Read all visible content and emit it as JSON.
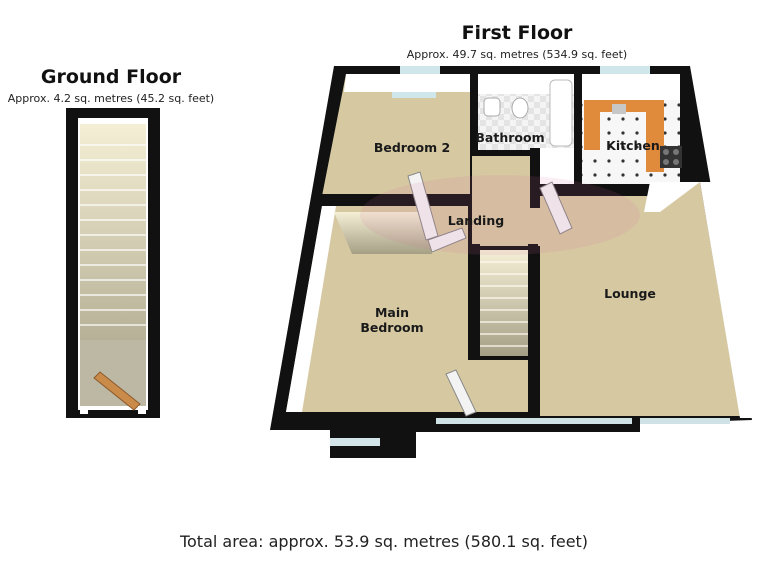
{
  "ground_floor": {
    "title": "Ground Floor",
    "area": "Approx. 4.2 sq. metres (45.2 sq. feet)"
  },
  "first_floor": {
    "title": "First Floor",
    "area": "Approx. 49.7 sq. metres (534.9 sq. feet)",
    "rooms": {
      "bedroom2": "Bedroom 2",
      "bathroom": "Bathroom",
      "kitchen": "Kitchen",
      "landing": "Landing",
      "main_bedroom_line1": "Main",
      "main_bedroom_line2": "Bedroom",
      "lounge": "Lounge"
    }
  },
  "total_area": "Total area: approx. 53.9 sq. metres (580.1 sq. feet)",
  "colors": {
    "wall": "#0d0d0d",
    "carpet": "#d8cba4",
    "bath_tile": "#f2f2f2",
    "kitchen_worktop": "#e08a3c",
    "stairs": "#efe3b0",
    "window": "#cfe6ea"
  }
}
